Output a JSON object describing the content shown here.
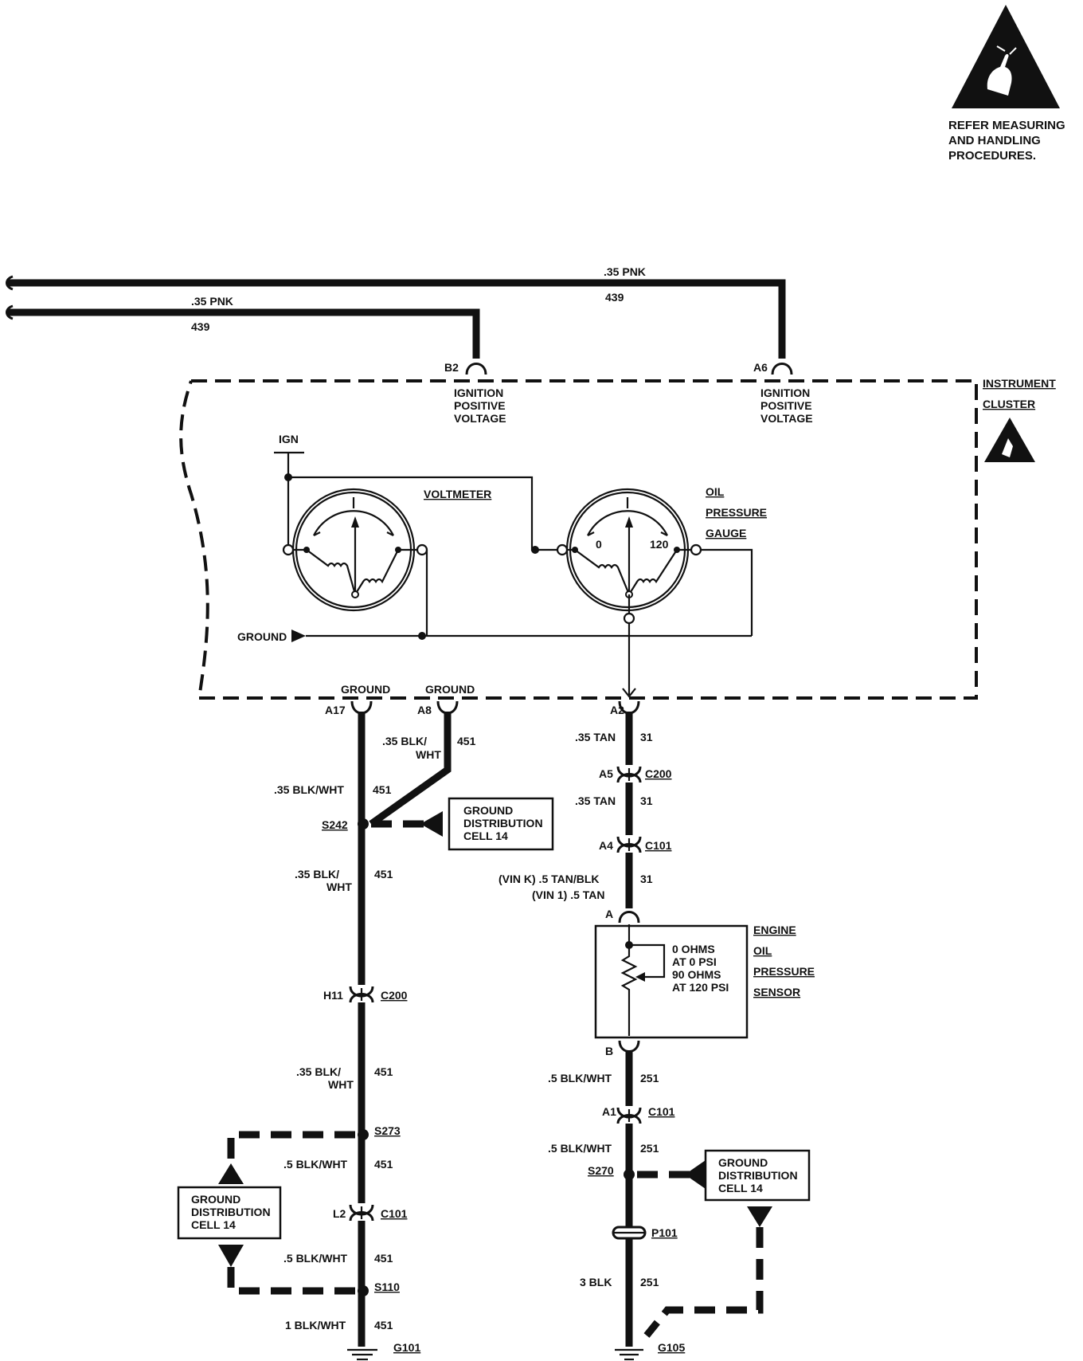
{
  "esd_notice": {
    "line1": "REFER MEASURING",
    "line2": "AND HANDLING",
    "line3": "PROCEDURES."
  },
  "feeds": {
    "upper": {
      "gauge": ".35 PNK",
      "circuit": "439"
    },
    "lower": {
      "gauge": ".35 PNK",
      "circuit": "439"
    }
  },
  "cluster": {
    "title_line1": "INSTRUMENT",
    "title_line2": "CLUSTER",
    "pin_b2": "B2",
    "pin_a6": "A6",
    "ign_pos_line1": "IGNITION",
    "ign_pos_line2": "POSITIVE",
    "ign_pos_line3": "VOLTAGE",
    "ign_label": "IGN",
    "voltmeter_label": "VOLTMETER",
    "oil_gauge_line1": "OIL",
    "oil_gauge_line2": "PRESSURE",
    "oil_gauge_line3": "GAUGE",
    "scale_min": "0",
    "scale_max": "120",
    "ground_label": "GROUND",
    "ground_pin_a17": "GROUND",
    "ground_pin_a8": "GROUND",
    "pin_a17": "A17",
    "pin_a8": "A8",
    "pin_a2": "A2"
  },
  "left_circuit": {
    "a8_gauge_line1": ".35 BLK/",
    "a8_gauge_line2": "WHT",
    "a8_circuit": "451",
    "seg1_gauge": ".35 BLK/WHT",
    "seg1_circuit": "451",
    "splice1": "S242",
    "seg2_gauge_line1": ".35 BLK/",
    "seg2_gauge_line2": "WHT",
    "seg2_circuit": "451",
    "conn1_pin": "H11",
    "conn1_name": "C200",
    "seg3_gauge_line1": ".35 BLK/",
    "seg3_gauge_line2": "WHT",
    "seg3_circuit": "451",
    "splice2": "S273",
    "seg4_gauge": ".5 BLK/WHT",
    "seg4_circuit": "451",
    "conn2_pin": "L2",
    "conn2_name": "C101",
    "seg5_gauge": ".5 BLK/WHT",
    "seg5_circuit": "451",
    "splice3": "S110",
    "seg6_gauge": "1 BLK/WHT",
    "seg6_circuit": "451",
    "ground": "G101"
  },
  "right_circuit": {
    "seg1_gauge": ".35 TAN",
    "seg1_circuit": "31",
    "conn1_pin": "A5",
    "conn1_name": "C200",
    "seg2_gauge": ".35 TAN",
    "seg2_circuit": "31",
    "conn2_pin": "A4",
    "conn2_name": "C101",
    "seg3_gauge_line1": "(VIN K) .5 TAN/BLK",
    "seg3_gauge_line2": "(VIN 1) .5 TAN",
    "seg3_circuit": "31",
    "sensor_pin_a": "A",
    "sensor_pin_b": "B",
    "sensor_name_line1": "ENGINE",
    "sensor_name_line2": "OIL",
    "sensor_name_line3": "PRESSURE",
    "sensor_name_line4": "SENSOR",
    "sensor_spec_line1": "0 OHMS",
    "sensor_spec_line2": "AT 0 PSI",
    "sensor_spec_line3": "90 OHMS",
    "sensor_spec_line4": "AT 120 PSI",
    "seg4_gauge": ".5 BLK/WHT",
    "seg4_circuit": "251",
    "conn3_pin": "A1",
    "conn3_name": "C101",
    "seg5_gauge": ".5 BLK/WHT",
    "seg5_circuit": "251",
    "splice1": "S270",
    "conn4_name": "P101",
    "seg6_gauge": "3 BLK",
    "seg6_circuit": "251",
    "ground": "G105"
  },
  "ground_dist": {
    "box1_line1": "GROUND",
    "box1_line2": "DISTRIBUTION",
    "box1_line3": "CELL  14",
    "box2_line1": "GROUND",
    "box2_line2": "DISTRIBUTION",
    "box2_line3": "CELL  14",
    "box3_line1": "GROUND",
    "box3_line2": "DISTRIBUTION",
    "box3_line3": "CELL  14"
  }
}
